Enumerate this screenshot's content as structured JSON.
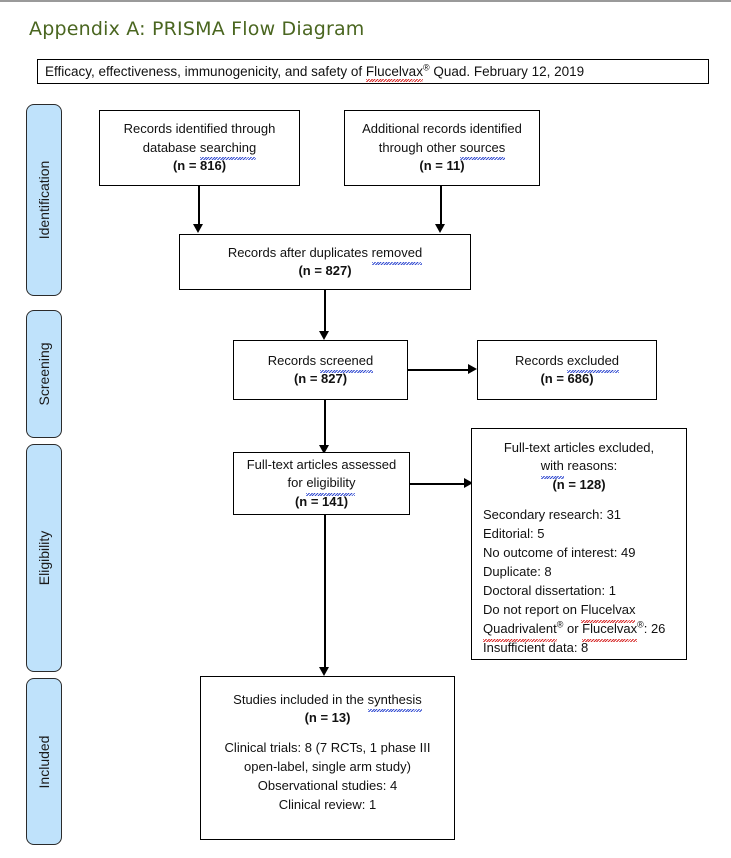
{
  "document": {
    "title": "Appendix A: PRISMA Flow Diagram",
    "title_color": "#4a6620",
    "header_bar": {
      "text_before": "Efficacy, effectiveness, immunogenicity, and safety of ",
      "brand": "Flucelvax",
      "registered_mark": "®",
      "text_after": " Quad. February 12, 2019"
    }
  },
  "phases": [
    {
      "label": "Identification"
    },
    {
      "label": "Screening"
    },
    {
      "label": "Eligibility"
    },
    {
      "label": "Included"
    }
  ],
  "boxes": {
    "records_database": {
      "line1": "Records identified through",
      "line2": "database searching",
      "count": "(n = 816)"
    },
    "records_other": {
      "line1": "Additional records identified",
      "line2": "through other sources",
      "count": "(n = 11)"
    },
    "duplicates_removed": {
      "line1": "Records after duplicates removed",
      "count": "(n = 827)"
    },
    "records_screened": {
      "line1": "Records screened",
      "count": "(n = 827)"
    },
    "records_excluded": {
      "line1": "Records excluded",
      "count": "(n = 686)"
    },
    "fulltext_assessed": {
      "line1": "Full-text articles assessed",
      "line2": "for eligibility",
      "count": "(n = 141)"
    },
    "fulltext_excluded": {
      "line1": "Full-text articles excluded,",
      "line2": "with reasons:",
      "count": "(n = 128)",
      "reasons": [
        "Secondary research: 31",
        "Editorial: 5",
        "No outcome of interest: 49",
        "Duplicate: 8",
        "Doctoral dissertation: 1"
      ],
      "reason_flucelvax_line1": "Do not report on Flucelvax",
      "reason_flucelvax_line2_a": "Quadrivalent",
      "reason_flucelvax_line2_b": " or ",
      "reason_flucelvax_line2_c": "Flucelvax",
      "reason_flucelvax_line2_d": ": 26",
      "reason_last": "Insufficient data: 8"
    },
    "studies_included": {
      "line1": "Studies included in the synthesis",
      "count": "(n = 13)",
      "details": [
        "Clinical trials: 8 (7 RCTs, 1 phase III",
        "open-label, single arm study)",
        "Observational studies: 4",
        "Clinical review: 1"
      ]
    }
  },
  "colors": {
    "phase_fill": "#bfe2fb",
    "phase_border": "#2b2b2b",
    "box_border": "#000000",
    "text": "#111111",
    "title_green": "#4a6620",
    "spell_blue": "#2a44cf",
    "spell_red": "#d52020"
  },
  "chart_data": {
    "type": "diagram",
    "title": "Appendix A: PRISMA Flow Diagram",
    "nodes": [
      {
        "id": "records_database",
        "phase": "Identification",
        "label": "Records identified through database searching",
        "n": 816
      },
      {
        "id": "records_other",
        "phase": "Identification",
        "label": "Additional records identified through other sources",
        "n": 11
      },
      {
        "id": "duplicates_removed",
        "phase": "Identification",
        "label": "Records after duplicates removed",
        "n": 827
      },
      {
        "id": "records_screened",
        "phase": "Screening",
        "label": "Records screened",
        "n": 827
      },
      {
        "id": "records_excluded",
        "phase": "Screening",
        "label": "Records excluded",
        "n": 686
      },
      {
        "id": "fulltext_assessed",
        "phase": "Eligibility",
        "label": "Full-text articles assessed for eligibility",
        "n": 141
      },
      {
        "id": "fulltext_excluded",
        "phase": "Eligibility",
        "label": "Full-text articles excluded, with reasons",
        "n": 128
      },
      {
        "id": "studies_included",
        "phase": "Included",
        "label": "Studies included in the synthesis",
        "n": 13
      }
    ],
    "edges": [
      {
        "from": "records_database",
        "to": "duplicates_removed"
      },
      {
        "from": "records_other",
        "to": "duplicates_removed"
      },
      {
        "from": "duplicates_removed",
        "to": "records_screened"
      },
      {
        "from": "records_screened",
        "to": "records_excluded"
      },
      {
        "from": "records_screened",
        "to": "fulltext_assessed"
      },
      {
        "from": "fulltext_assessed",
        "to": "fulltext_excluded"
      },
      {
        "from": "fulltext_assessed",
        "to": "studies_included"
      }
    ],
    "exclusion_reasons": [
      {
        "reason": "Secondary research",
        "count": 31
      },
      {
        "reason": "Editorial",
        "count": 5
      },
      {
        "reason": "No outcome of interest",
        "count": 49
      },
      {
        "reason": "Duplicate",
        "count": 8
      },
      {
        "reason": "Doctoral dissertation",
        "count": 1
      },
      {
        "reason": "Do not report on Flucelvax Quadrivalent® or Flucelvax®",
        "count": 26
      },
      {
        "reason": "Insufficient data",
        "count": 8
      }
    ],
    "included_breakdown": [
      {
        "type": "Clinical trials",
        "count": 8,
        "note": "7 RCTs, 1 phase III open-label, single arm study"
      },
      {
        "type": "Observational studies",
        "count": 4
      },
      {
        "type": "Clinical review",
        "count": 1
      }
    ]
  }
}
